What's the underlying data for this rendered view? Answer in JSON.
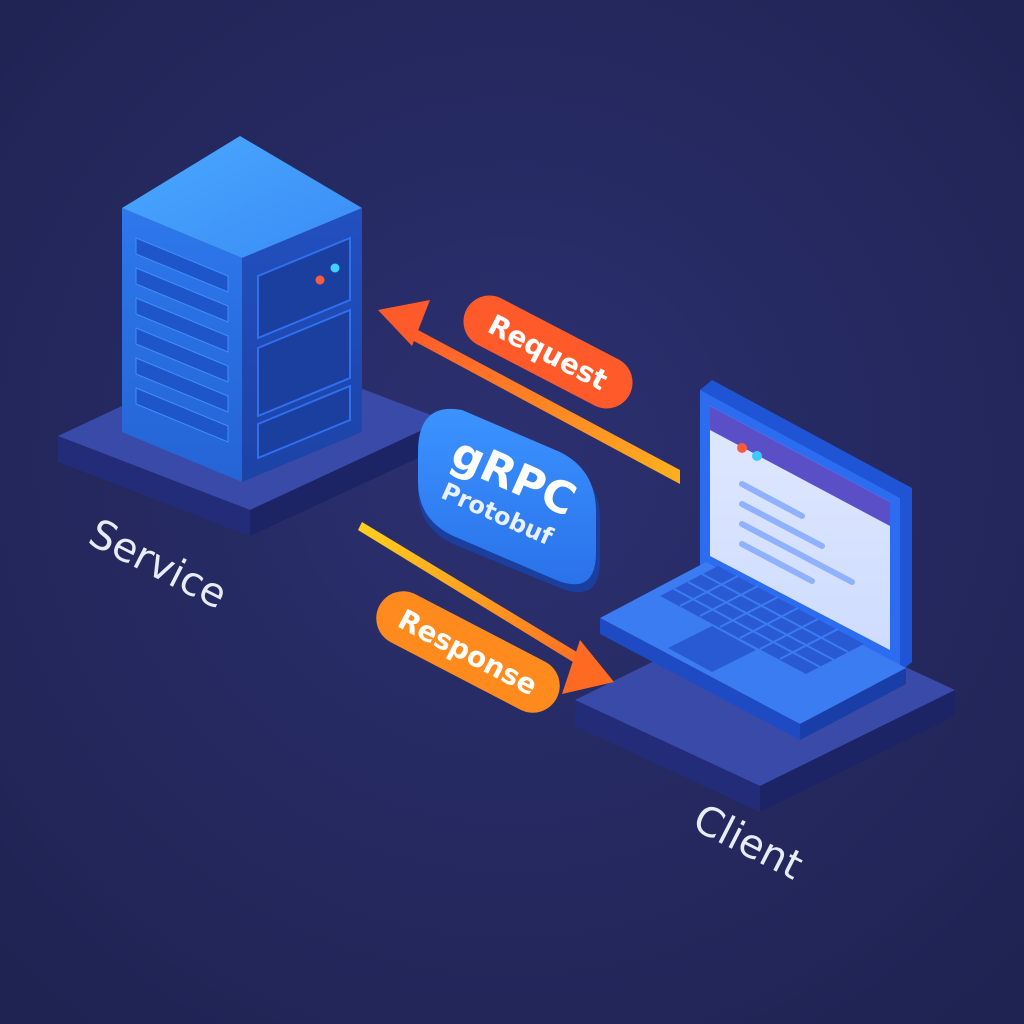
{
  "diagram": {
    "service_label": "Service",
    "client_label": "Client",
    "request_label": "Request",
    "response_label": "Response",
    "center_badge": {
      "title": "gRPC",
      "subtitle": "Protobuf"
    }
  },
  "colors": {
    "background": "#262a5e",
    "accent_blue": "#2f7af0",
    "request_orange": "#ff5a2a",
    "response_orange": "#ff8a1e",
    "label_text": "#e8ecf7",
    "button_text": "#ffffff"
  },
  "icons": {
    "server": "server-icon",
    "laptop": "laptop-icon",
    "request_arrow": "arrow-left-icon",
    "response_arrow": "arrow-right-icon"
  }
}
